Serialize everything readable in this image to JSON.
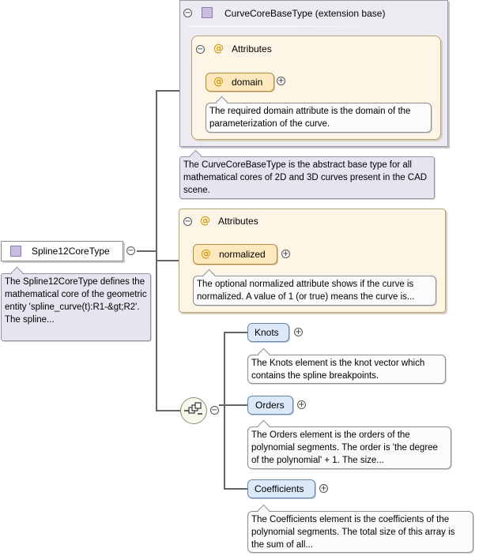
{
  "main_type": {
    "name": "Spline12CoreType",
    "note": "The Spline12CoreType defines the mathematical core of the geometric entity 'spline_curve(t):R1-&gt;R2'. The spline..."
  },
  "extension": {
    "title": "CurveCoreBaseType (extension base)",
    "attributes_label": "Attributes",
    "attribute": {
      "name": "domain",
      "note": "The required domain attribute is the domain of the parameterization of the curve."
    },
    "note": "The CurveCoreBaseType is the abstract base type for all mathematical cores of 2D and 3D curves present in the CAD scene."
  },
  "own_attributes": {
    "label": "Attributes",
    "attribute": {
      "name": "normalized",
      "note": "The optional normalized attribute shows if the curve is normalized. A value of 1 (or true) means the curve is..."
    }
  },
  "elements": [
    {
      "name": "Knots",
      "note": "The Knots element is the knot vector which contains the spline breakpoints."
    },
    {
      "name": "Orders",
      "note": "The Orders element is the orders of the polynomial segments. The order is 'the degree of the polynomial' + 1. The size..."
    },
    {
      "name": "Coefficients",
      "note": "The Coefficients element is the coefficients of the polynomial segments. The total size of this array is the sum of all..."
    }
  ],
  "icons": {
    "collapse": "minus-circle-icon",
    "expand": "plus-circle-icon",
    "attribute": "at-sign-icon",
    "complex_type": "complex-type-icon",
    "sequence": "sequence-compositor-icon"
  },
  "glyphs": {
    "collapse": "−",
    "expand": "+",
    "attribute": "@"
  },
  "colors": {
    "type_icon": "#c8bde0",
    "attribute_fill": "#fde9bd",
    "element_fill": "#dbe9f8",
    "extension_fill": "#eeeaf2",
    "note_purple": "#e7e3ef"
  }
}
